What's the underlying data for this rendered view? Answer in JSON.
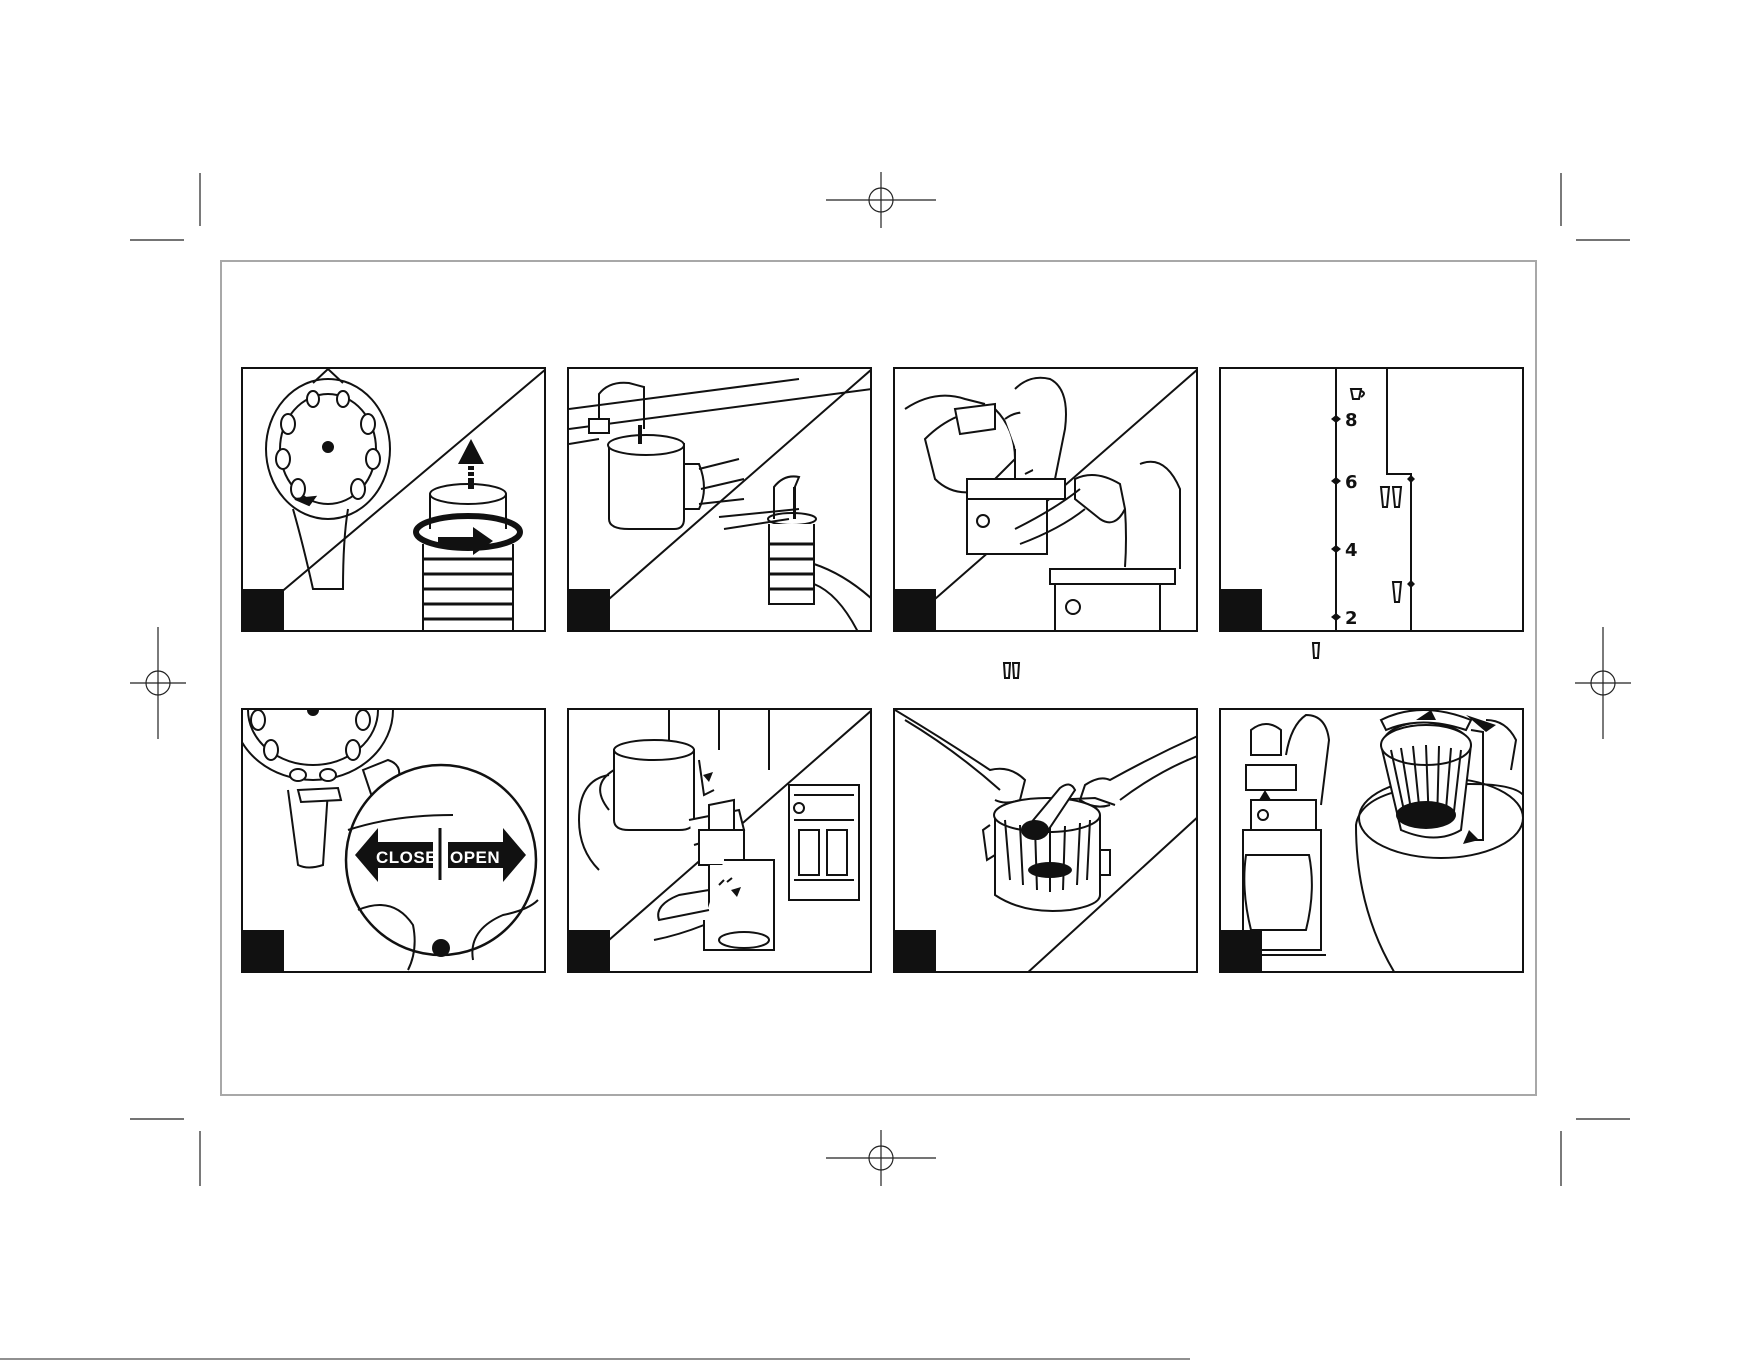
{
  "lid_labels": {
    "close": "CLOSE",
    "open": "OPEN"
  },
  "water_level_marks": [
    "8",
    "6",
    "4",
    "2"
  ],
  "colors": {
    "ink": "#111111",
    "frame": "#a8a8a8",
    "paper": "#ffffff"
  }
}
